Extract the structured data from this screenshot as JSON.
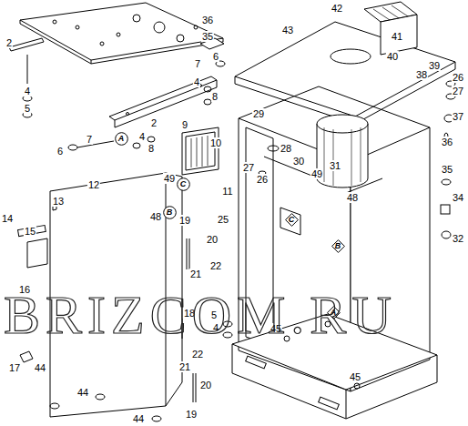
{
  "diagram": {
    "nodes": [
      {
        "text": [
          "A"
        ]
      },
      {
        "text": [
          "C"
        ]
      },
      {
        "text": [
          "B"
        ]
      },
      {
        "text": [
          "C"
        ]
      },
      {
        "text": [
          "B"
        ]
      },
      {
        "text": [
          "A"
        ]
      }
    ],
    "labels": [
      "2",
      "4",
      "5",
      "6",
      "7",
      "4",
      "8",
      "2",
      "6",
      "7",
      "4",
      "8",
      "9",
      "10",
      "12",
      "13",
      "49",
      "11",
      "48",
      "19",
      "14",
      "15",
      "25",
      "20",
      "22",
      "21",
      "16",
      "18",
      "5",
      "4",
      "17",
      "44",
      "22",
      "21",
      "20",
      "44",
      "44",
      "19",
      "36",
      "35",
      "43",
      "42",
      "41",
      "40",
      "39",
      "38",
      "26",
      "27",
      "37",
      "29",
      "28",
      "30",
      "31",
      "49",
      "27",
      "26",
      "36",
      "35",
      "48",
      "34",
      "32",
      "45",
      "45",
      "BRIZCOM.RU"
    ]
  }
}
